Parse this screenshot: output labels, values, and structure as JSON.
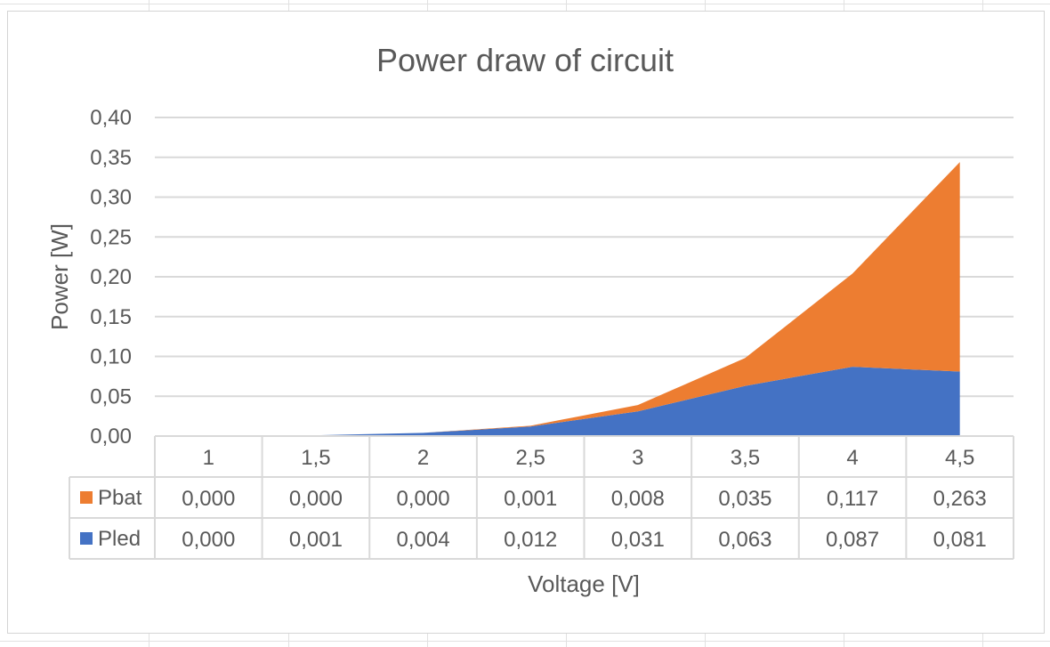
{
  "chart_data": {
    "type": "area",
    "stacked": true,
    "title": "Power draw of circuit",
    "xlabel": "Voltage [V]",
    "ylabel": "Power [W]",
    "categories": [
      "1",
      "1,5",
      "2",
      "2,5",
      "3",
      "3,5",
      "4",
      "4,5"
    ],
    "ylim": [
      0,
      0.4
    ],
    "yticks": [
      "0,00",
      "0,05",
      "0,10",
      "0,15",
      "0,20",
      "0,25",
      "0,30",
      "0,35",
      "0,40"
    ],
    "grid": true,
    "legend": "data-table",
    "series": [
      {
        "name": "Pled",
        "color": "#4472c4",
        "values": [
          0.0,
          0.001,
          0.004,
          0.012,
          0.031,
          0.063,
          0.087,
          0.081
        ],
        "labels": [
          "0,000",
          "0,001",
          "0,004",
          "0,012",
          "0,031",
          "0,063",
          "0,087",
          "0,081"
        ]
      },
      {
        "name": "Pbat",
        "color": "#ed7d31",
        "values": [
          0.0,
          0.0,
          0.0,
          0.001,
          0.008,
          0.035,
          0.117,
          0.263
        ],
        "labels": [
          "0,000",
          "0,000",
          "0,000",
          "0,001",
          "0,008",
          "0,035",
          "0,117",
          "0,263"
        ]
      }
    ]
  }
}
